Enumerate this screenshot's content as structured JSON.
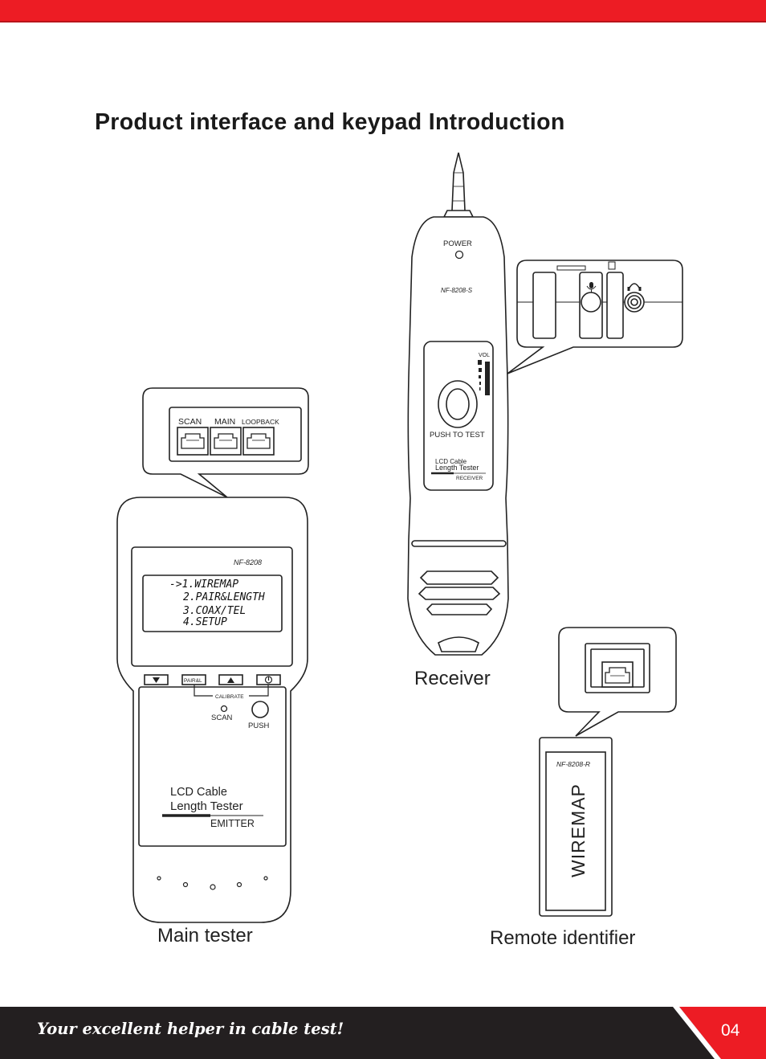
{
  "header": {
    "accent_color": "#ed1c24"
  },
  "title": "Product interface and keypad Introduction",
  "main_tester": {
    "caption": "Main tester",
    "ports": [
      "SCAN",
      "MAIN",
      "LOOPBACK"
    ],
    "model": "NF-8208",
    "lcd_menu": [
      "->1.WIREMAP",
      "2.PAIR&LENGTH",
      "3.COAX/TEL",
      "4.SETUP"
    ],
    "keys": [
      "down-arrow-icon",
      "PAIR&L",
      "up-arrow-icon",
      "power-icon"
    ],
    "calibrate_label": "CALIBRATE",
    "scan_label": "SCAN",
    "push_label": "PUSH",
    "brand_line1": "LCD Cable",
    "brand_line2": "Length  Tester",
    "unit_label": "EMITTER"
  },
  "receiver": {
    "caption": "Receiver",
    "power_label": "POWER",
    "model": "NF-8208-S",
    "vol_label": "VOL",
    "push_label": "PUSH TO TEST",
    "brand_line1": "LCD Cable",
    "brand_line2": "Length  Tester",
    "unit_label": "RECEIVER",
    "side_icons": [
      "microphone-icon",
      "headphones-icon"
    ]
  },
  "remote": {
    "caption": "Remote identifier",
    "model": "NF-8208-R",
    "vertical_label": "WIREMAP"
  },
  "footer": {
    "tagline": "Your excellent helper in cable test!",
    "page_number": "04",
    "background_color": "#231f20",
    "accent_color": "#ed1c24"
  }
}
